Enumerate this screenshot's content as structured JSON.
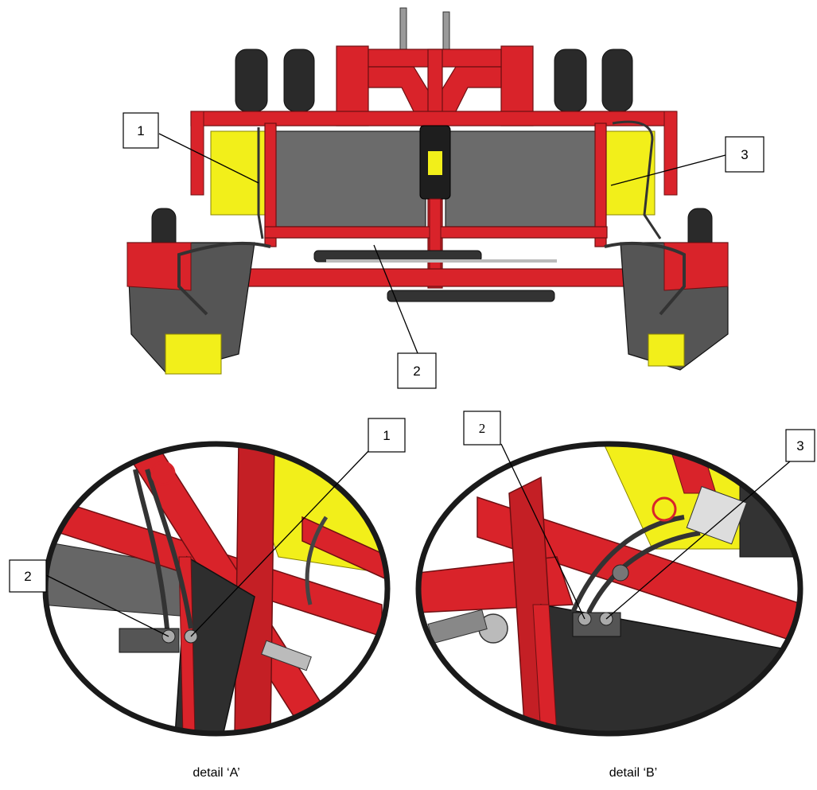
{
  "callouts": {
    "main": {
      "c1": "1",
      "c2": "2",
      "c3": "3"
    },
    "detail_a": {
      "c1": "1",
      "c2": "2"
    },
    "detail_b": {
      "c2": "2",
      "c3": "3"
    }
  },
  "captions": {
    "detail_a": "detail ‘A’",
    "detail_b": "detail ‘B’"
  },
  "colors": {
    "frame_red": "#d9232a",
    "frame_dark_red": "#9e1a1f",
    "panel_grey": "#6b6b6b",
    "yellow": "#f2ef1a",
    "tire_black": "#2a2a2a",
    "outline": "#1a1a1a"
  },
  "icons": {
    "main_view": "machine-rear-view-illustration",
    "detail_a": "hose-connection-detail-a",
    "detail_b": "hose-connection-detail-b"
  }
}
